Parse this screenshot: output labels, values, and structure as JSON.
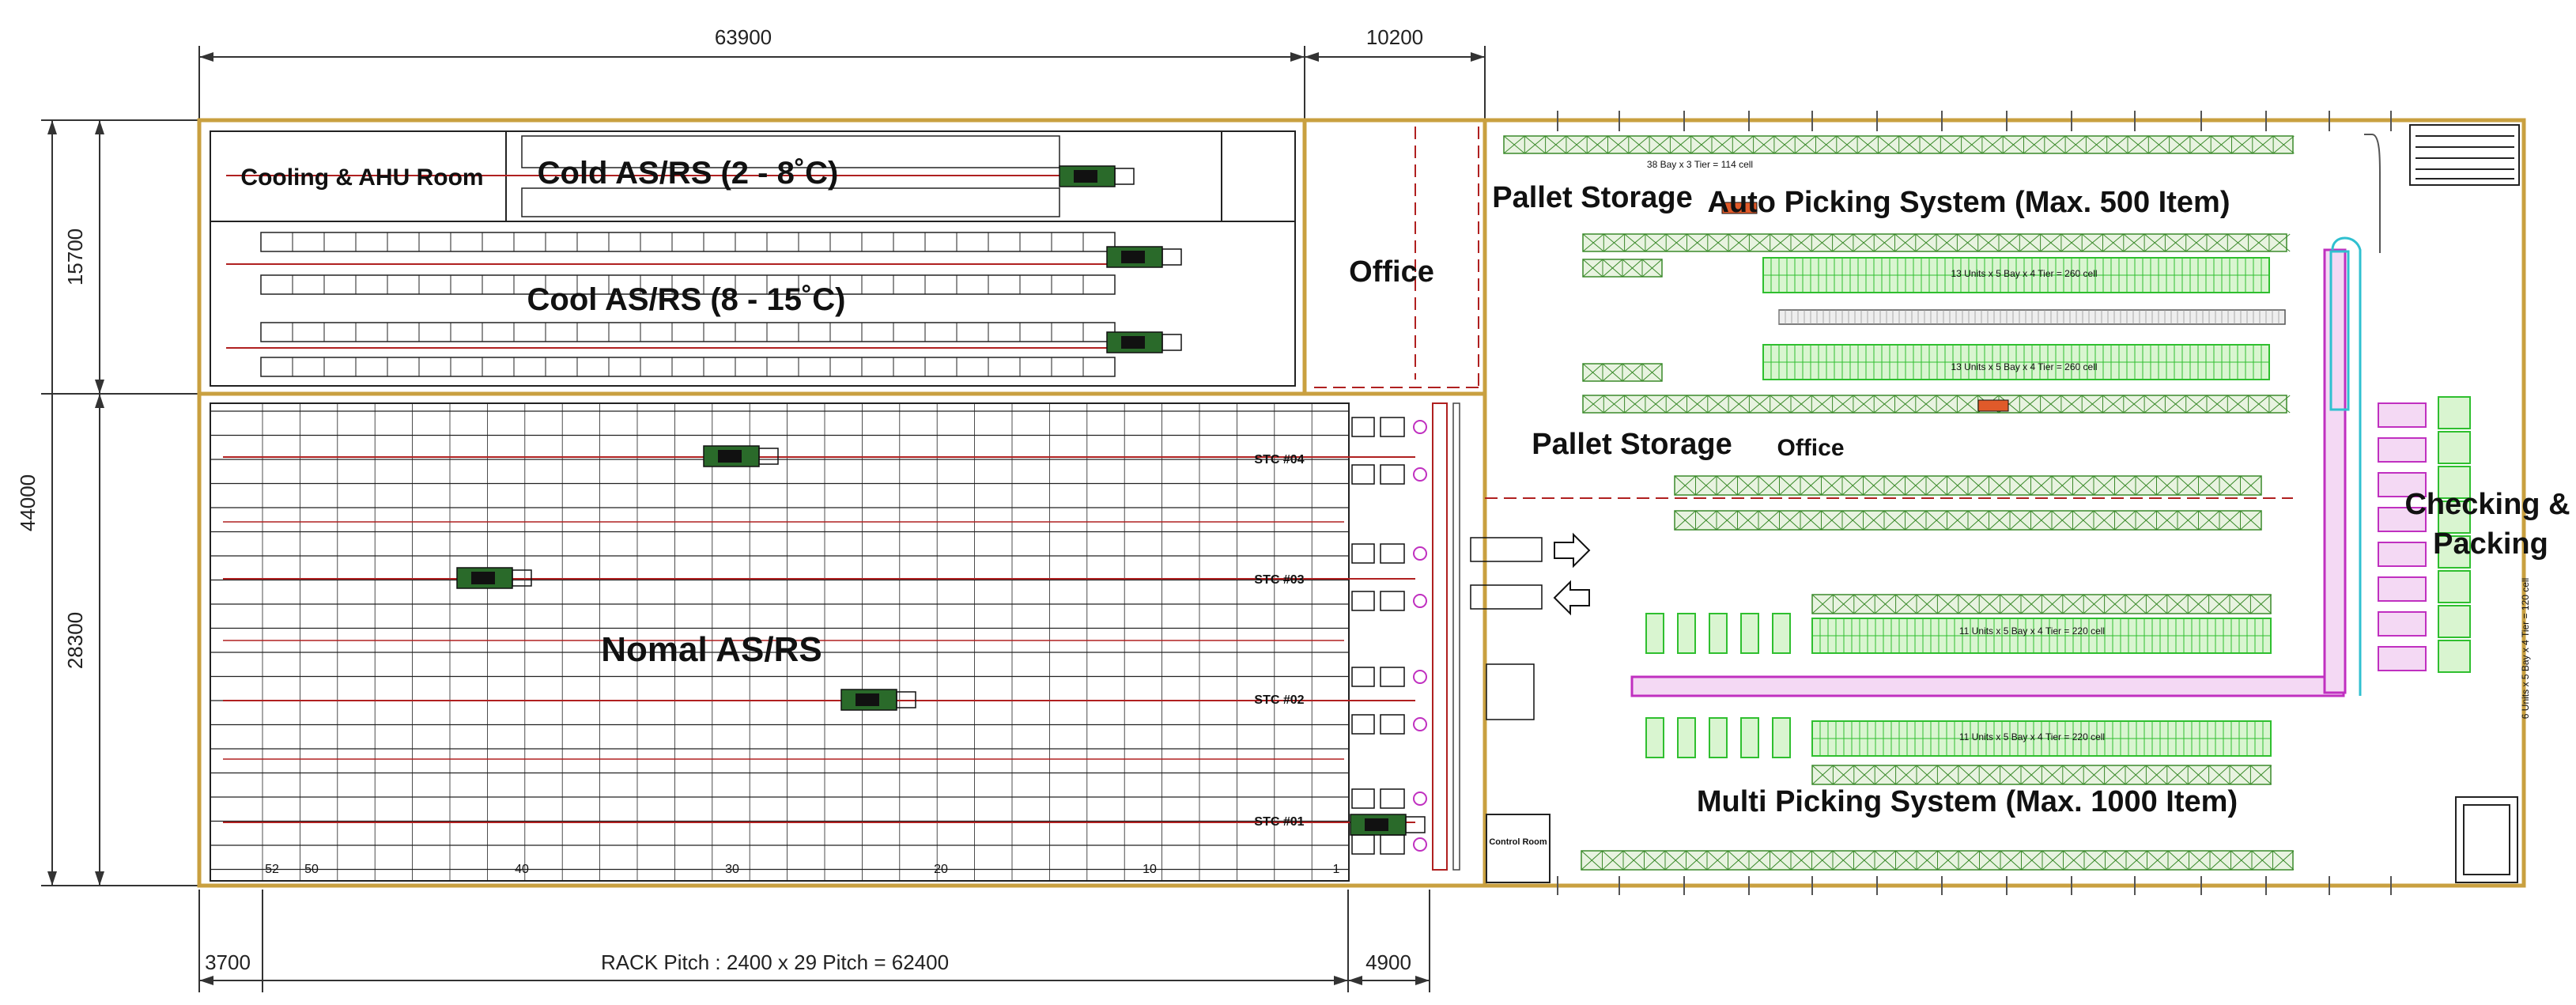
{
  "dimensions": {
    "top_left": "63900",
    "top_right": "10200",
    "left_total": "44000",
    "left_upper": "15700",
    "left_lower": "28300",
    "bottom_left": "3700",
    "bottom_pitch": "RACK Pitch : 2400 x 29 Pitch = 62400",
    "bottom_right": "4900"
  },
  "areas": {
    "cooling": "Cooling & AHU Room",
    "cold": "Cold AS/RS (2 - 8˚C)",
    "cool": "Cool AS/RS (8 - 15˚C)",
    "office_upper": "Office",
    "normal": "Nomal AS/RS",
    "pallet_storage_1": "Pallet Storage",
    "auto_picking": "Auto Picking System  (Max. 500 Item)",
    "pallet_storage_2": "Pallet Storage",
    "office_right": "Office",
    "checking_1": "Checking &",
    "checking_2": "Packing",
    "multi_picking": "Multi Picking System  (Max. 1000 Item)",
    "control_room": "Control Room"
  },
  "stc_labels": [
    "STC #04",
    "STC #03",
    "STC #02",
    "STC #01"
  ],
  "rack_numbers": [
    "52",
    "50",
    "40",
    "30",
    "20",
    "10",
    "1"
  ],
  "rack_notes": {
    "top_pallet": "38 Bay x 3 Tier = 114 cell",
    "auto_upper": "13 Units x 5 Bay x 4 Tier = 260 cell",
    "auto_lower": "13 Units x 5 Bay x 4 Tier = 260 cell",
    "multi_upper": "11 Units x 5 Bay x 4 Tier = 220 cell",
    "multi_lower": "11 Units x 5 Bay x 4 Tier = 220 cell",
    "right_side": "6 Units x 5 Bay x 4 Tier = 120 cell"
  },
  "colors": {
    "wall": "#c9a040",
    "rack_line": "#222222",
    "pallet_rack": "#3a8a2a",
    "picking_rack": "#2fbf2f",
    "conveyor_pink": "#c030c0",
    "conveyor_cyan": "#30c0d0",
    "rail": "#b02020"
  }
}
